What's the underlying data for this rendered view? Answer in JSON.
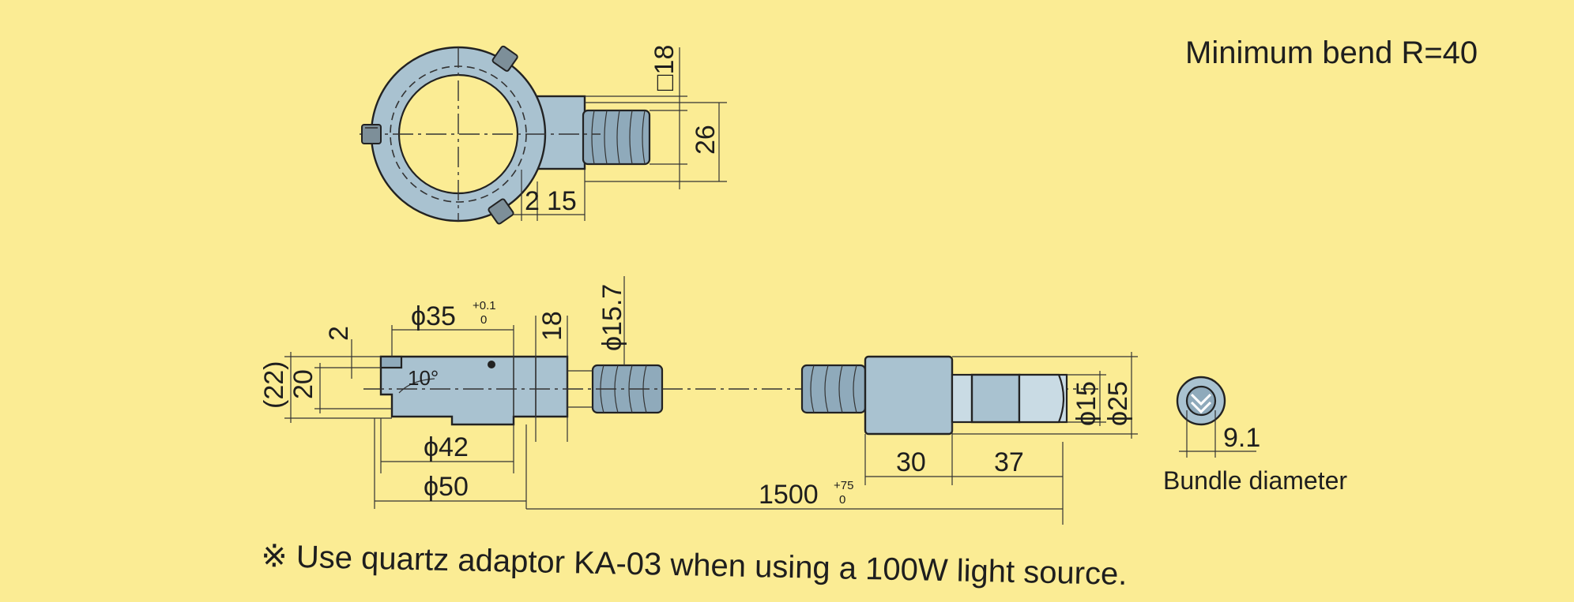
{
  "note_bend": "Minimum bend R=40",
  "top_view": {
    "dim_square": "□18",
    "dim_26": "26",
    "dim_2": "2",
    "dim_15": "15"
  },
  "side_view": {
    "dim_22": "(22)",
    "dim_20": "20",
    "dim_2": "2",
    "dim_phi35": "ϕ35",
    "tol_phi35_upper": "+0.1",
    "tol_phi35_lower": "0",
    "dim_18": "18",
    "dim_phi15_7": "ϕ15.7",
    "angle_10": "10°",
    "dim_phi42": "ϕ42",
    "dim_phi50": "ϕ50",
    "dim_1500": "1500",
    "tol_1500_upper": "+75",
    "tol_1500_lower": "0",
    "dim_30": "30",
    "dim_37": "37",
    "dim_phi15": "ϕ15",
    "dim_phi25": "ϕ25"
  },
  "bundle": {
    "dim_9_1": "9.1",
    "label": "Bundle diameter"
  },
  "footnote": "※ Use quartz adaptor KA-03 when using a 100W light source.",
  "colors": {
    "background": "#fbec94",
    "metal": "#a9c2d0",
    "line": "#333333"
  }
}
